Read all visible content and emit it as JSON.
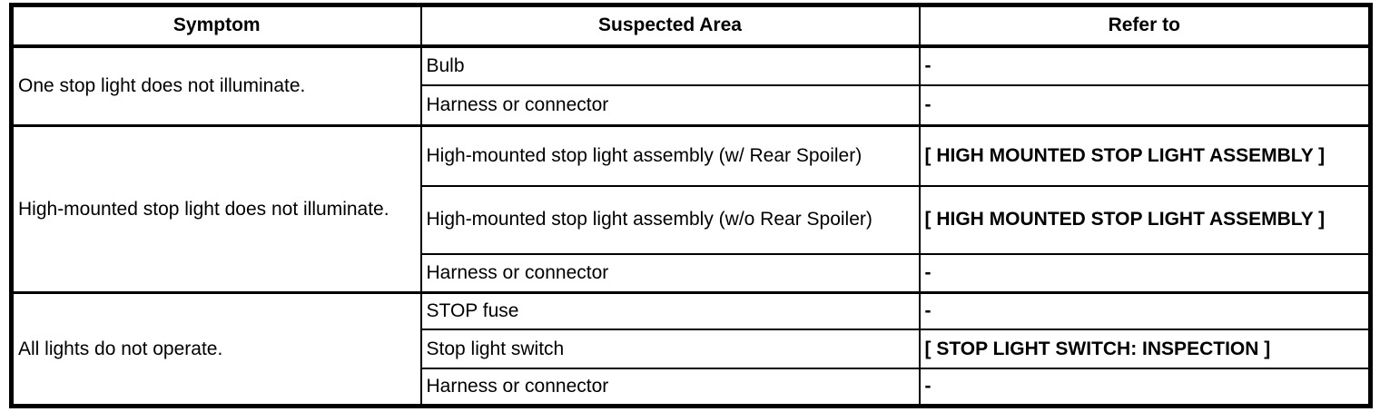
{
  "table": {
    "headers": [
      "Symptom",
      "Suspected Area",
      "Refer to"
    ],
    "groups": [
      {
        "symptom": "One stop light does not illuminate.",
        "rows": [
          {
            "suspected_area": "Bulb",
            "refer_to": "-"
          },
          {
            "suspected_area": "Harness or connector",
            "refer_to": "-"
          }
        ]
      },
      {
        "symptom": "High-mounted stop light does not illuminate.",
        "rows": [
          {
            "suspected_area": "High-mounted stop light assembly (w/ Rear Spoiler)",
            "refer_to": "[ HIGH MOUNTED STOP LIGHT ASSEMBLY ]"
          },
          {
            "suspected_area": "High-mounted stop light assembly (w/o Rear Spoiler)",
            "refer_to": "[ HIGH MOUNTED STOP LIGHT ASSEMBLY ]"
          },
          {
            "suspected_area": "Harness or connector",
            "refer_to": "-"
          }
        ]
      },
      {
        "symptom": "All lights do not operate.",
        "rows": [
          {
            "suspected_area": "STOP fuse",
            "refer_to": "-"
          },
          {
            "suspected_area": "Stop light switch",
            "refer_to": "[ STOP LIGHT SWITCH: INSPECTION ]"
          },
          {
            "suspected_area": "Harness or connector",
            "refer_to": "-"
          }
        ]
      }
    ],
    "colors": {
      "border": "#000000",
      "text": "#000000",
      "background": "#ffffff"
    }
  }
}
